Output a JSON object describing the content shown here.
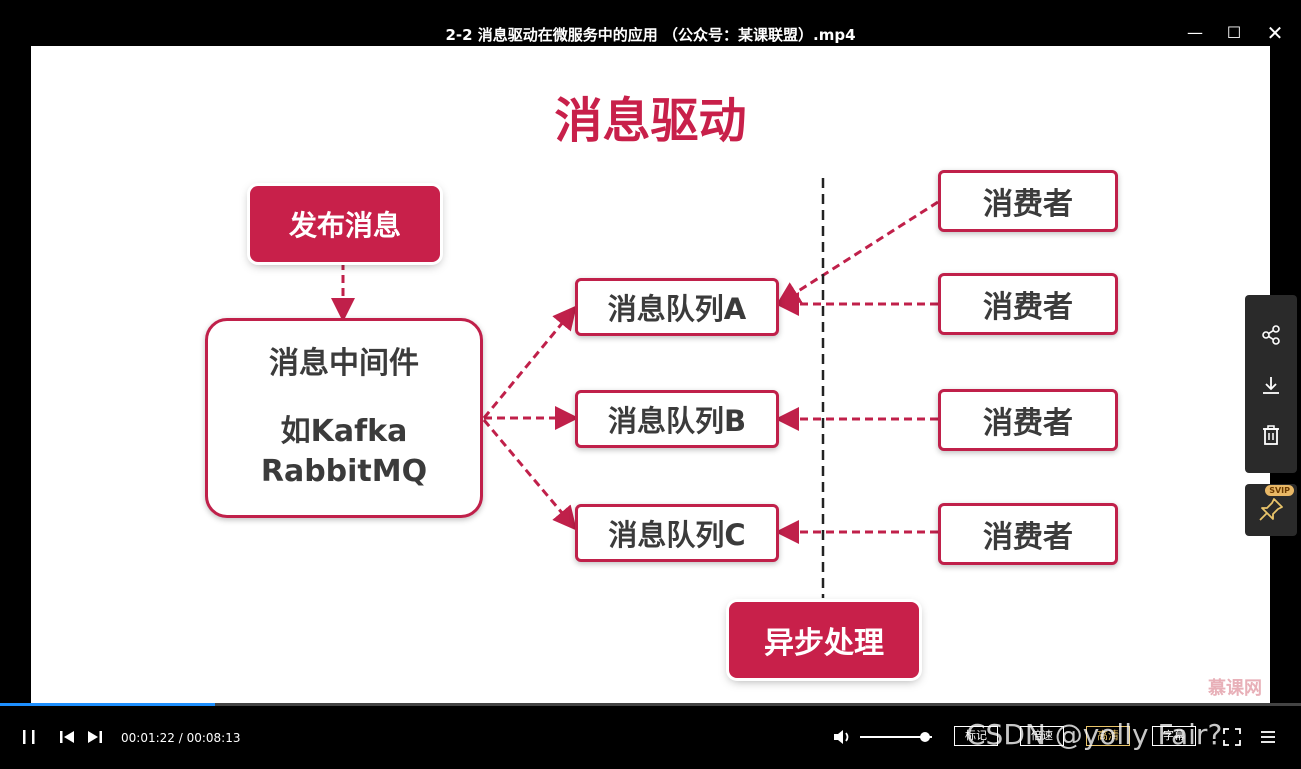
{
  "window": {
    "title": "2-2 消息驱动在微服务中的应用 （公众号：某课联盟）.mp4",
    "minimize_icon": "minimize-icon",
    "maximize_icon": "maximize-icon",
    "close_icon": "close-icon"
  },
  "slide": {
    "title": "消息驱动",
    "publish": "发布消息",
    "middleware_line1": "消息中间件",
    "middleware_line2": "如Kafka",
    "middleware_line3": "RabbitMQ",
    "queues": [
      "消息队列A",
      "消息队列B",
      "消息队列C"
    ],
    "consumers": [
      "消费者",
      "消费者",
      "消费者",
      "消费者"
    ],
    "async_label": "异步处理",
    "watermark": "慕课网",
    "accent_color": "#c8204a"
  },
  "side_panel": {
    "icons": [
      "share-icon",
      "download-icon",
      "trash-icon"
    ],
    "pin_badge": "SVIP"
  },
  "player": {
    "progress": 0.165,
    "time_current": "00:01:22",
    "time_total": "00:08:13",
    "volume": 0.9,
    "buttons": {
      "mark": "标记",
      "speed": "倍速",
      "quality": "高清",
      "subtitle": "字幕"
    },
    "watermark": "CSDN @yolly Fair?"
  }
}
